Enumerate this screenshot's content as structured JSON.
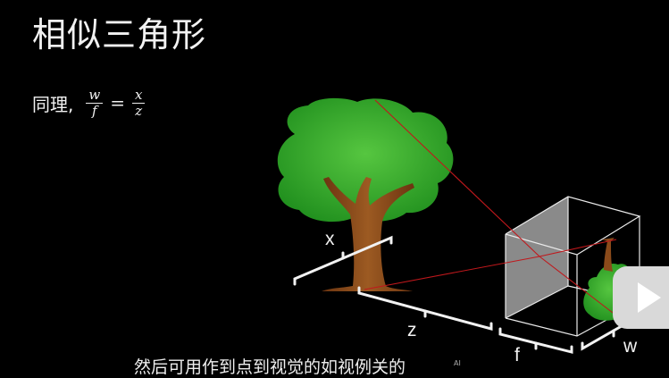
{
  "slide": {
    "title": "相似三角形",
    "formula_prefix": "同理,",
    "frac_left_num": "w",
    "frac_left_den": "f",
    "equals": "=",
    "frac_right_num": "x",
    "frac_right_den": "z"
  },
  "diagram": {
    "label_x": "x",
    "label_z": "z",
    "label_f": "f",
    "label_w": "w"
  },
  "caption": {
    "subtitle": "然后可用作到点到视觉的如视例关的",
    "ai_tag": "AI"
  },
  "colors": {
    "background": "#000000",
    "foliage": "#3aa832",
    "trunk": "#8a4a1a",
    "ray": "#c0181c"
  },
  "icons": {
    "play": "play-icon"
  }
}
